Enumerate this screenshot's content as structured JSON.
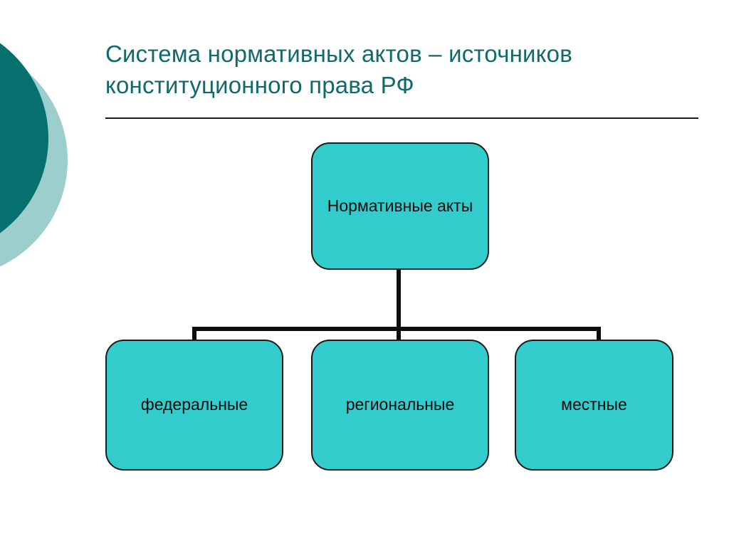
{
  "slide": {
    "title": "Система нормативных актов – источников конституционного права РФ",
    "background_color": "#ffffff"
  },
  "decoration": {
    "dark_circle_color": "#06706e",
    "light_circle_color": "#9bcecd",
    "rule_color": "#1c1c1c"
  },
  "theme": {
    "title_color": "#11696b",
    "node_fill": "#33cccc",
    "node_border": "#1b1b1b",
    "node_text_color": "#0a0a0a",
    "connector_color": "#0d0d0d"
  },
  "diagram": {
    "type": "org-chart",
    "root": {
      "id": "normativnye-akty",
      "label": "Нормативные акты"
    },
    "children": [
      {
        "id": "federalnye",
        "label": "федеральные"
      },
      {
        "id": "regionalnye",
        "label": "региональные"
      },
      {
        "id": "mestnye",
        "label": "местные"
      }
    ]
  }
}
